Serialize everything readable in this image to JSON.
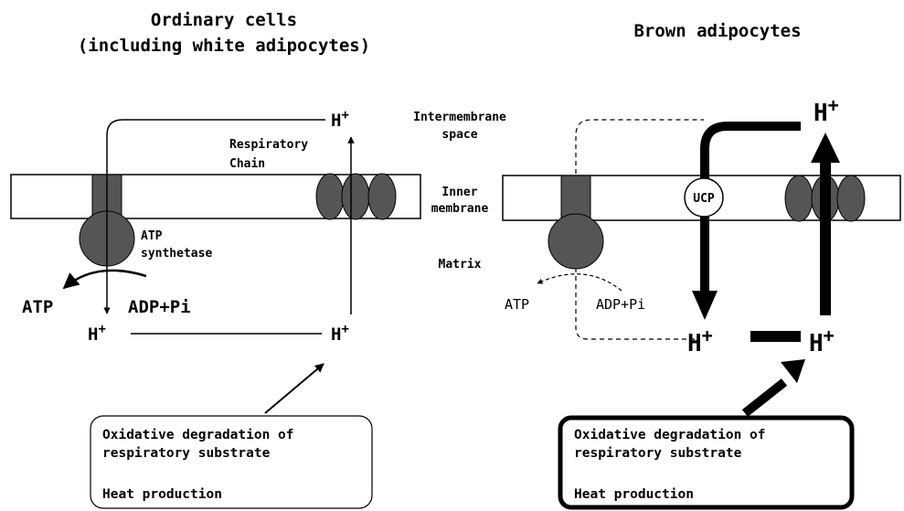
{
  "left": {
    "title_line1": "Ordinary cells",
    "title_line2": "(including white adipocytes)",
    "respiratory_line1": "Respiratory",
    "respiratory_line2": "Chain",
    "synthetase_line1": "ATP",
    "synthetase_line2": "synthetase",
    "atp": "ATP",
    "adp": "ADP+Pi",
    "h_top": "H",
    "h_bottom_left": "H",
    "h_bottom_right": "H",
    "box_line1": "Oxidative degradation of",
    "box_line2": "respiratory substrate",
    "box_line3": "Heat production"
  },
  "middle": {
    "intermembrane_line1": "Intermembrane",
    "intermembrane_line2": "space",
    "inner_line1": "Inner",
    "inner_line2": "membrane",
    "matrix": "Matrix"
  },
  "right": {
    "title": "Brown adipocytes",
    "ucp": "UCP",
    "atp": "ATP",
    "adp": "ADP+Pi",
    "h_top": "H",
    "h_bottom_left": "H",
    "h_bottom_right": "H",
    "box_line1": "Oxidative degradation of",
    "box_line2": "respiratory substrate",
    "box_line3": "Heat production"
  },
  "superscript_plus": "+",
  "colors": {
    "membrane_fill": "#ffffff",
    "protein_fill": "#555555",
    "stroke": "#000000"
  }
}
